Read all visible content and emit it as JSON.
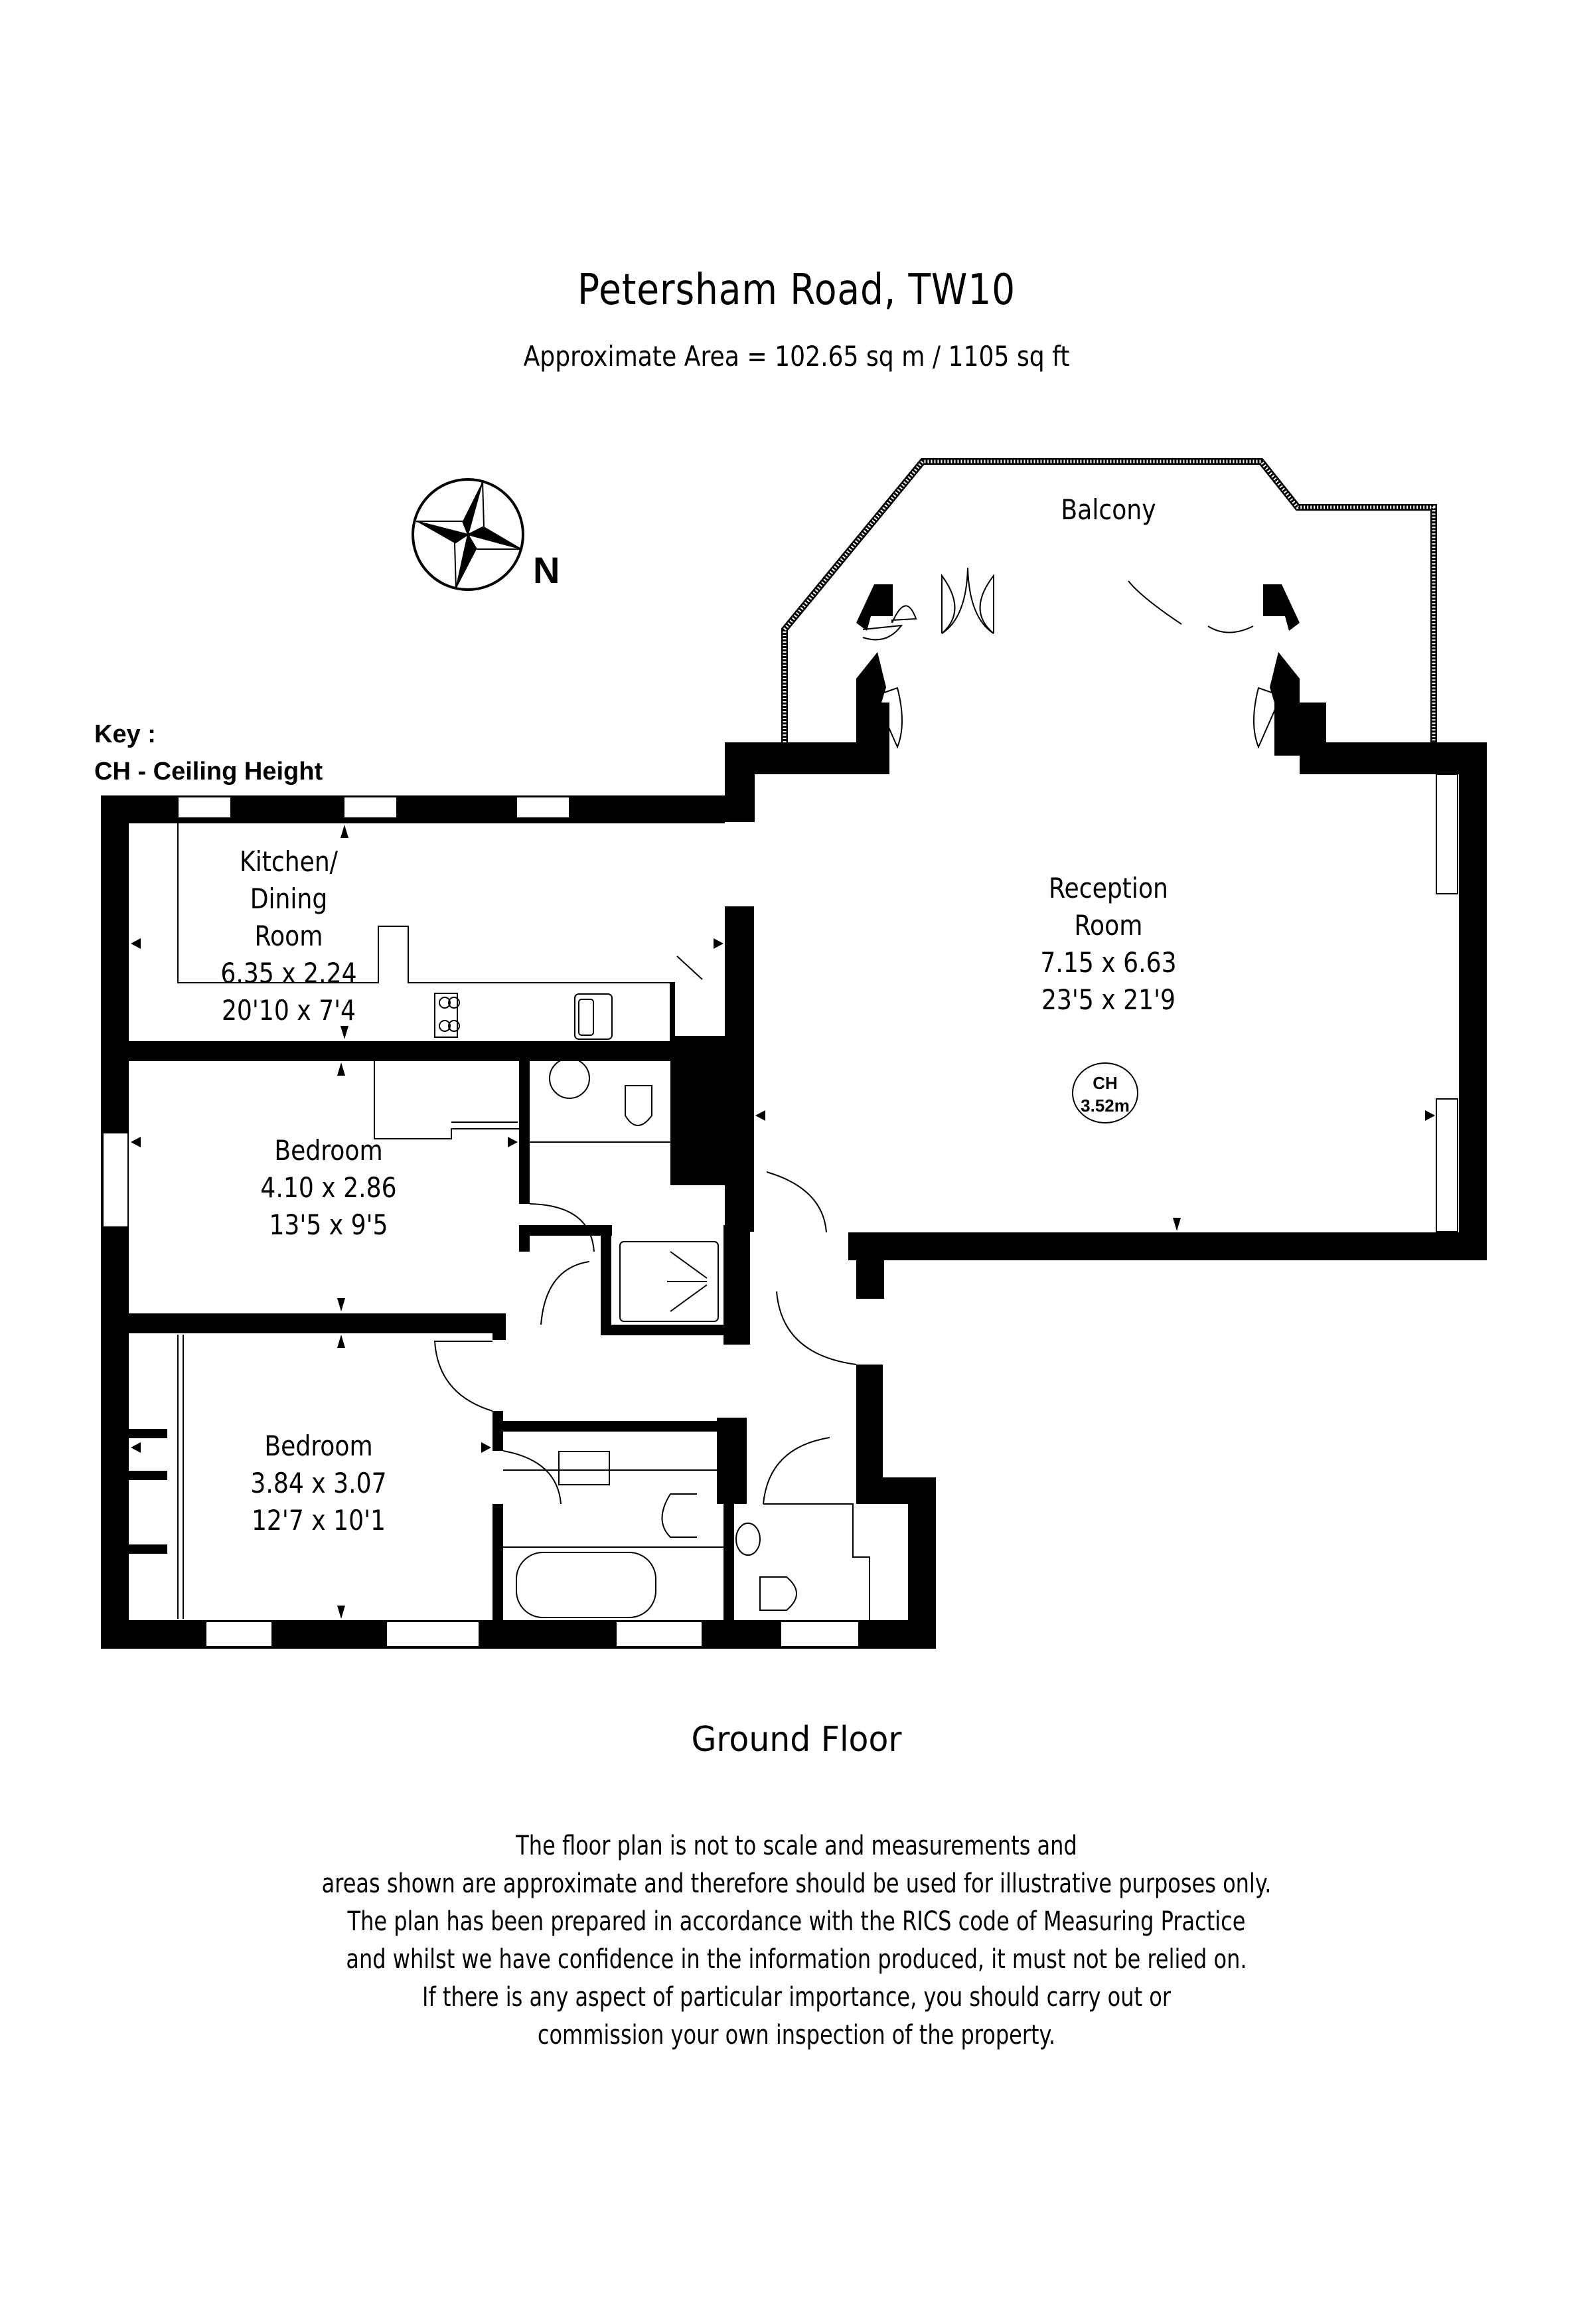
{
  "header": {
    "title": "Petersham Road, TW10",
    "area": "Approximate Area =  102.65 sq m / 1105 sq ft"
  },
  "compass": {
    "icon": "compass-rose-icon",
    "label": "N"
  },
  "key": {
    "heading": "Key :",
    "entry": "CH - Ceiling Height"
  },
  "rooms": [
    {
      "name": "Kitchen/",
      "name2": "Dining",
      "name3": "Room",
      "metric": "6.35 x 2.24",
      "imperial": "20'10 x 7'4"
    },
    {
      "name": "Reception",
      "name2": "Room",
      "metric": "7.15 x 6.63",
      "imperial": "23'5 x 21'9"
    },
    {
      "name": "Bedroom",
      "metric": "4.10 x 2.86",
      "imperial": "13'5 x 9'5"
    },
    {
      "name": "Bedroom",
      "metric": "3.84 x 3.07",
      "imperial": "12'7 x 10'1"
    },
    {
      "name": "Balcony"
    }
  ],
  "ceiling_height": {
    "label": "CH",
    "value": "3.52m"
  },
  "floor_label": "Ground Floor",
  "disclaimer": [
    "The floor plan is not to scale and measurements and",
    "areas shown are approximate and therefore should be used for illustrative purposes only.",
    "The plan has been prepared in accordance with the RICS code of Measuring Practice",
    "and whilst we have confidence in the information produced, it must not be relied on.",
    "If there is any aspect of particular importance, you should carry out or",
    "commission your own inspection of the property."
  ],
  "colors": {
    "wall": "#000000",
    "background": "#ffffff"
  }
}
